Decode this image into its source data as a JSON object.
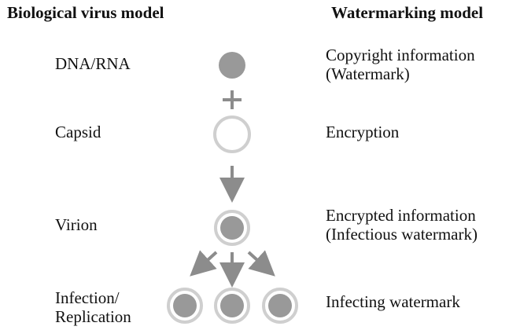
{
  "headings": {
    "left": "Biological virus model",
    "right": "Watermarking model"
  },
  "rows": [
    {
      "left": [
        "DNA/RNA"
      ],
      "right": [
        "Copyright information",
        "(Watermark)"
      ]
    },
    {
      "left": [
        "Capsid"
      ],
      "right": [
        "Encryption"
      ]
    },
    {
      "left": [
        "Virion"
      ],
      "right": [
        "Encrypted information",
        "(Infectious watermark)"
      ]
    },
    {
      "left": [
        "Infection/",
        "Replication"
      ],
      "right": [
        "Infecting watermark"
      ]
    }
  ],
  "colors": {
    "core": "#999999",
    "ring": "#cfcfcf",
    "arrow": "#8c8c8c",
    "text": "#111111"
  }
}
